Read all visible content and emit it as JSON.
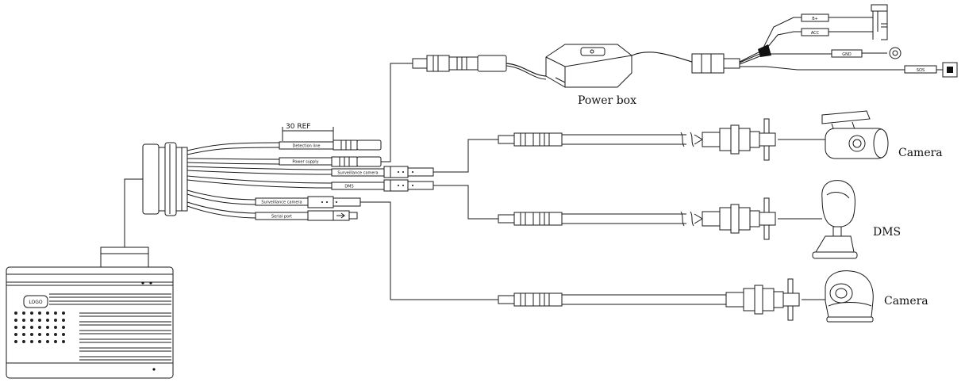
{
  "labels": {
    "power_box": "Power box",
    "camera_top": "Camera",
    "dms": "DMS",
    "camera_bottom": "Camera",
    "ref": "30 REF",
    "logo": "LOGO"
  },
  "cable_tags": {
    "detection_line": "Detection line",
    "power_supply": "Power supply",
    "surveillance_camera_1": "Surveillance camera",
    "dms": "DMS",
    "surveillance_camera_2": "Surveillance camera",
    "serial_port": "Serial port"
  },
  "power_harness_tags": {
    "b_plus": "B+",
    "acc": "ACC",
    "gnd": "GND",
    "sos": "SOS"
  }
}
